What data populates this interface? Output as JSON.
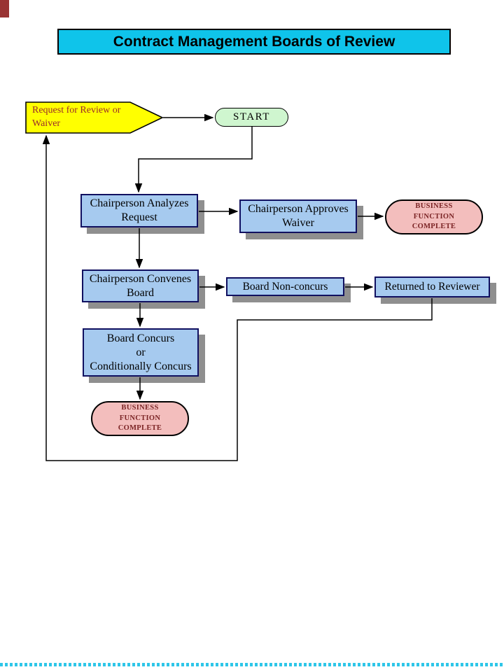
{
  "slide": {
    "title": "Contract Management Boards of Review"
  },
  "palette": {
    "title_bg": "#0FC4EA",
    "process_fill": "#A6CAEF",
    "process_border": "#101060",
    "process_shadow": "#8F8F8F",
    "input_fill": "#FFFF00",
    "input_text": "#9A2B2B",
    "start_fill": "#CFF6CF",
    "terminal_fill": "#F3BEBD",
    "terminal_text": "#7B2425",
    "corner_marker": "#993333",
    "page_edge_dots": "#2EC6E8",
    "connector": "#000000"
  },
  "nodes": {
    "request_waiver": {
      "label": "Request for Review or\nWaiver"
    },
    "start": {
      "label": "START"
    },
    "chairperson_analyzes": {
      "label": "Chairperson Analyzes\nRequest"
    },
    "chairperson_approves": {
      "label": "Chairperson Approves\nWaiver"
    },
    "business_function_right": {
      "label": "BUSINESS\nFUNCTION\nCOMPLETE"
    },
    "chairperson_convenes": {
      "label": "Chairperson Convenes\nBoard"
    },
    "board_non_concurs": {
      "label": "Board Non-concurs"
    },
    "returned_to_reviewer": {
      "label": "Returned to Reviewer"
    },
    "board_concurs": {
      "label": "Board Concurs\nor\nConditionally Concurs"
    },
    "business_function_bottom": {
      "label": "BUSINESS\nFUNCTION\nCOMPLETE"
    }
  }
}
